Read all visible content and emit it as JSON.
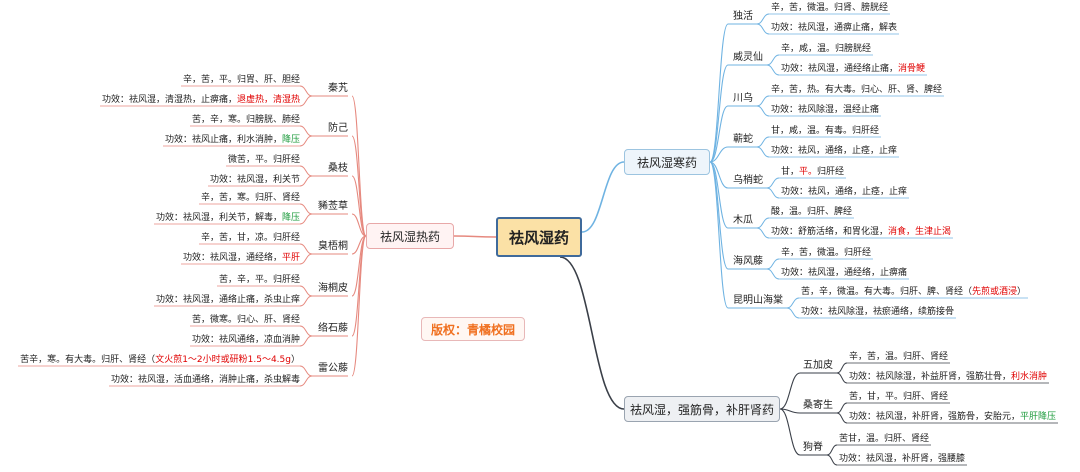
{
  "center": "祛风湿药",
  "copyright": "版权：青橘校园",
  "hot": {
    "title": "祛风湿热药",
    "herbs": [
      {
        "name": "秦艽",
        "l1": "辛，苦，平。归胃、肝、胆经",
        "l2": "功效：祛风湿，清湿热，止痹痛，",
        "l2r": "退虚热，清湿热"
      },
      {
        "name": "防己",
        "l1": "苦，辛，寒。归膀胱、肺经",
        "l2": "功效：祛风止痛，利水消肿，",
        "l2g": "降压"
      },
      {
        "name": "桑枝",
        "l1": "微苦，平。归肝经",
        "l2": "功效：祛风湿，利关节"
      },
      {
        "name": "豨莶草",
        "l1": "辛，苦，寒。归肝、肾经",
        "l2": "功效：祛风湿，利关节，解毒，",
        "l2g": "降压"
      },
      {
        "name": "臭梧桐",
        "l1": "辛，苦，甘，凉。归肝经",
        "l2": "功效：祛风湿，通经络，",
        "l2r": "平肝"
      },
      {
        "name": "海桐皮",
        "l1": "苦，辛，平。归肝经",
        "l2": "功效：祛风湿，通络止痛，杀虫止痒"
      },
      {
        "name": "络石藤",
        "l1": "苦，微寒。归心、肝、肾经",
        "l2": "功效：祛风通络，凉血消肿"
      },
      {
        "name": "雷公藤",
        "l1": "苦辛，寒。有大毒。归肝、肾经（",
        "l1r": "文火煎1～2小时或研粉1.5～4.5g",
        "l1e": "）",
        "l2": "功效：祛风湿，活血通络，消肿止痛，杀虫解毒"
      }
    ]
  },
  "cold": {
    "title": "祛风湿寒药",
    "herbs": [
      {
        "name": "独活",
        "l1": "辛，苦，微温。归肾、膀胱经",
        "l2": "功效：祛风湿，通痹止痛，解表"
      },
      {
        "name": "威灵仙",
        "l1": "辛，咸，温。归膀胱经",
        "l2": "功效：祛风湿，通经络止痛，",
        "l2r": "消骨鲠"
      },
      {
        "name": "川乌",
        "l1": "辛，苦，热。有大毒。归心、肝、肾、脾经",
        "l2": "功效：祛风除湿，温经止痛"
      },
      {
        "name": "蕲蛇",
        "l1": "甘，咸，温。有毒。归肝经",
        "l2": "功效：祛风，通络，止痉，止痒"
      },
      {
        "name": "乌梢蛇",
        "l1": "甘，",
        "l1r": "平。",
        "l1e": "归肝经",
        "l2": "功效：祛风，通络，止痉，止痒"
      },
      {
        "name": "木瓜",
        "l1": "酸，温。归肝、脾经",
        "l2": "功效：舒筋活络，和胃化湿，",
        "l2r": "消食，生津止渴"
      },
      {
        "name": "海风藤",
        "l1": "辛，苦，微温。归肝经",
        "l2": "功效：祛风湿，通经络，止痹痛"
      },
      {
        "name": "昆明山海棠",
        "l1": "苦，辛，微温。有大毒。归肝、脾、肾经（",
        "l1r": "先煎或酒浸",
        "l1e": "）",
        "l2": "功效：祛风除湿，祛瘀通络，续筋接骨"
      }
    ]
  },
  "strong": {
    "title": "祛风湿，强筋骨，补肝肾药",
    "herbs": [
      {
        "name": "五加皮",
        "l1": "辛，苦，温。归肝、肾经",
        "l2": "功效：祛风除湿，补益肝肾，强筋壮骨，",
        "l2r": "利水消肿"
      },
      {
        "name": "桑寄生",
        "l1": "苦，甘，平。归肝、肾经",
        "l2": "功效：祛风湿，补肝肾，强筋骨，安胎元，",
        "l2g": "平肝降压"
      },
      {
        "name": "狗脊",
        "l1": "苦甘，温。归肝、肾经",
        "l2": "功效：祛风湿，补肝肾，强腰膝"
      }
    ]
  },
  "colors": {
    "hot_line": "#e6897f",
    "cold_line": "#6fb3e2",
    "strong_line": "#3a3f48"
  }
}
